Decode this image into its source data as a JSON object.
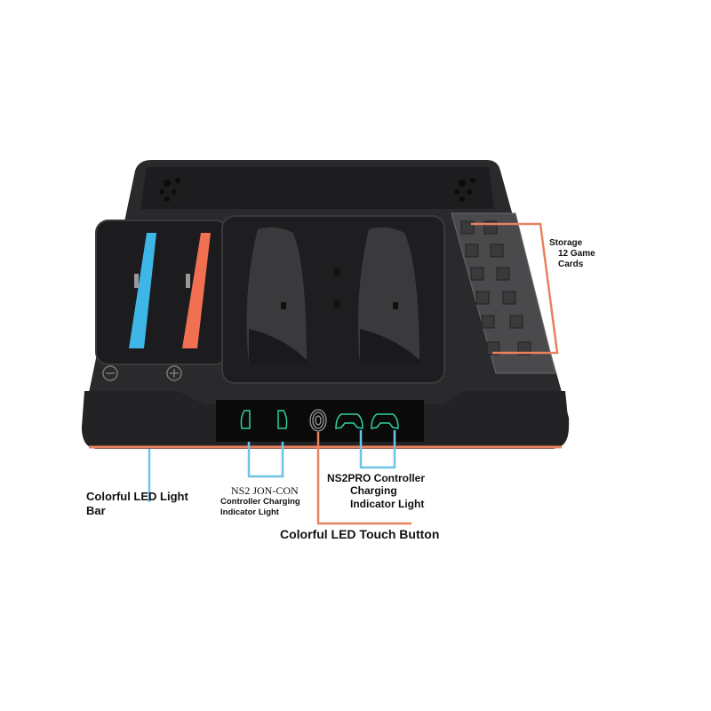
{
  "colors": {
    "orange_callout": "#e8825f",
    "blue_callout": "#6fc3e6",
    "joycon_left": "#3fb6e8",
    "joycon_right": "#f07051",
    "indicator_green": "#2fd0a0",
    "dock_body": "#2a2a2c"
  },
  "callouts": {
    "storage": {
      "line1": "Storage",
      "line2": "12 Game",
      "line3": "Cards"
    },
    "led_bar": {
      "line1": "Colorful LED Light",
      "line2": "Bar"
    },
    "joycon": {
      "line1": "NS2  JON-CON",
      "line2": "Controller Charging",
      "line3": "Indicator Light"
    },
    "pro": {
      "line1": "NS2PRO Controller",
      "line2": "Charging",
      "line3": "Indicator Light"
    },
    "touch": {
      "label": "Colorful LED Touch Button"
    }
  },
  "icons": [
    "joycon-left-icon",
    "joycon-right-icon",
    "fingerprint-icon",
    "pro-controller-icon",
    "pro-controller-icon"
  ],
  "buttons": {
    "minus": "−",
    "plus": "+"
  }
}
